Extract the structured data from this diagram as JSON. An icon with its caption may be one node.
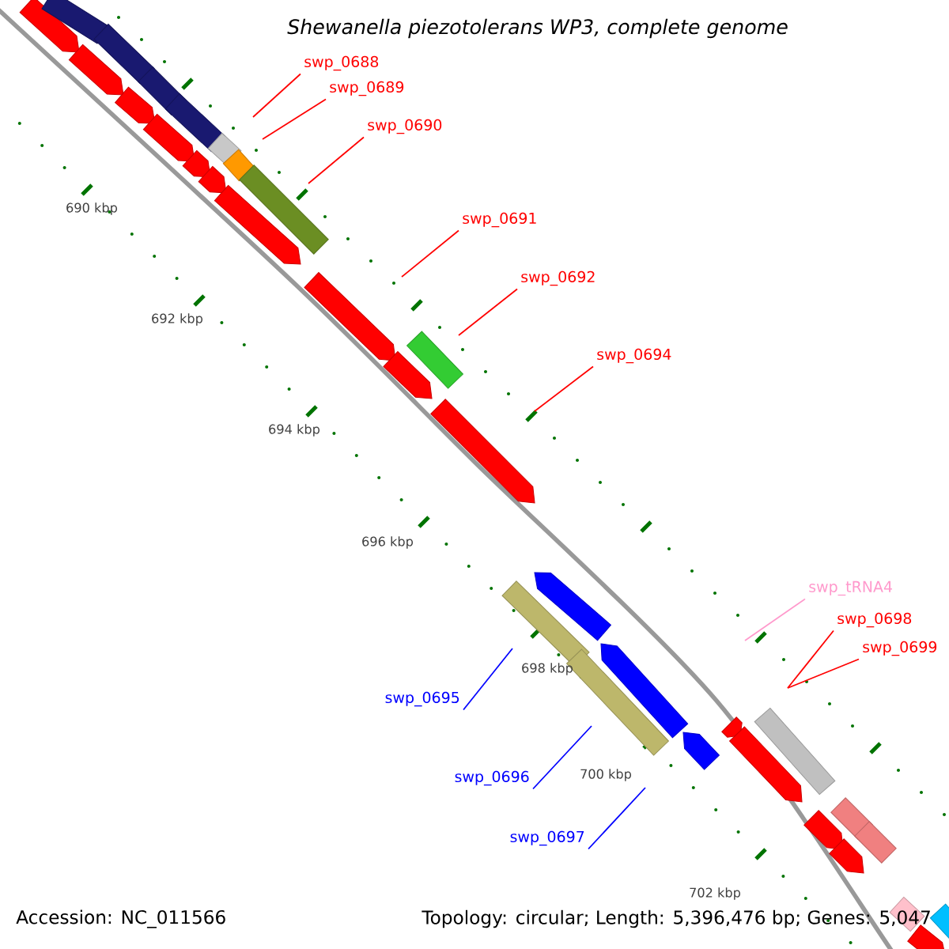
{
  "diagram": {
    "title": "Shewanella piezotolerans WP3, complete genome",
    "nodes": [
      {
        "text": [
          "swp_0688"
        ]
      },
      {
        "text": [
          "swp_0689"
        ]
      },
      {
        "text": [
          "swp_0690"
        ]
      },
      {
        "text": [
          "swp_0691"
        ]
      },
      {
        "text": [
          "swp_0692"
        ]
      },
      {
        "text": [
          "swp_0694"
        ]
      },
      {
        "text": [
          "swp_tRNA4"
        ]
      },
      {
        "text": [
          "swp_0698"
        ]
      },
      {
        "text": [
          "swp_0699"
        ]
      },
      {
        "text": [
          "swp_0695"
        ]
      },
      {
        "text": [
          "swp_0696"
        ]
      },
      {
        "text": [
          "swp_0697"
        ]
      }
    ],
    "edges": [
      {
        "from": 0,
        "to": null,
        "arrow": "none"
      },
      {
        "from": 1,
        "to": null,
        "arrow": "none"
      },
      {
        "from": 2,
        "to": null,
        "arrow": "none"
      },
      {
        "from": 3,
        "to": null,
        "arrow": "none"
      },
      {
        "from": 4,
        "to": null,
        "arrow": "none"
      },
      {
        "from": 5,
        "to": null,
        "arrow": "none"
      },
      {
        "from": 6,
        "to": null,
        "arrow": "none",
        "color": "#ff99cc"
      },
      {
        "from": 7,
        "to": null,
        "arrow": "none"
      },
      {
        "from": 8,
        "to": null,
        "arrow": "none"
      },
      {
        "from": 9,
        "to": null,
        "arrow": "none",
        "color": "#0000ff"
      },
      {
        "from": 10,
        "to": null,
        "arrow": "none",
        "color": "#0000ff"
      },
      {
        "from": 11,
        "to": null,
        "arrow": "none",
        "color": "#0000ff"
      }
    ],
    "labels": [
      "690 kbp",
      "692 kbp",
      "694 kbp",
      "696 kbp",
      "698 kbp",
      "700 kbp",
      "702 kbp",
      "Accession: NC_011566",
      "Topology: circular; Length: 5,396,476 bp; Genes: 5,047"
    ]
  }
}
